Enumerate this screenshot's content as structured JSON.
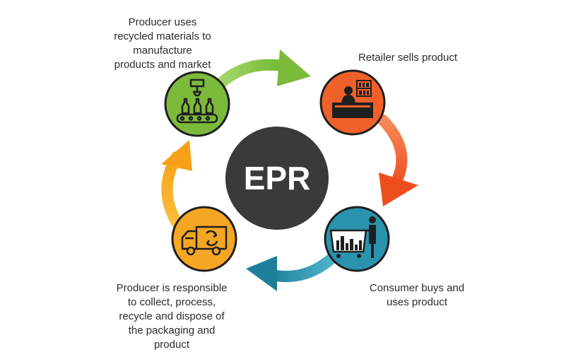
{
  "center": {
    "label": "EPR"
  },
  "steps": [
    {
      "id": "producer",
      "lines": [
        "Producer uses",
        "recycled materials to",
        "manufacture",
        "products and market"
      ],
      "color": "#7cba3b",
      "icon": "factory-bottling-icon"
    },
    {
      "id": "retailer",
      "lines": [
        "Retailer sells product"
      ],
      "color": "#f0612a",
      "icon": "shop-counter-icon"
    },
    {
      "id": "consumer",
      "lines": [
        "Consumer buys and",
        "uses product"
      ],
      "color": "#2a93ad",
      "icon": "shopping-cart-icon"
    },
    {
      "id": "collect",
      "lines": [
        "Producer is responsible",
        "to collect, process,",
        "recycle and dispose of",
        "the packaging and",
        "product"
      ],
      "color": "#f5a623",
      "icon": "recycling-truck-icon"
    }
  ],
  "arrows": [
    {
      "from": "producer",
      "to": "retailer",
      "color": "#8cc63f"
    },
    {
      "from": "retailer",
      "to": "consumer",
      "color": "#f15a29"
    },
    {
      "from": "consumer",
      "to": "collect",
      "color": "#2a93ad"
    },
    {
      "from": "collect",
      "to": "producer",
      "color": "#f7a823"
    }
  ],
  "colors": {
    "center": "#3a3a3a",
    "outline": "#1f1f1f",
    "text": "#2b2b2b"
  }
}
